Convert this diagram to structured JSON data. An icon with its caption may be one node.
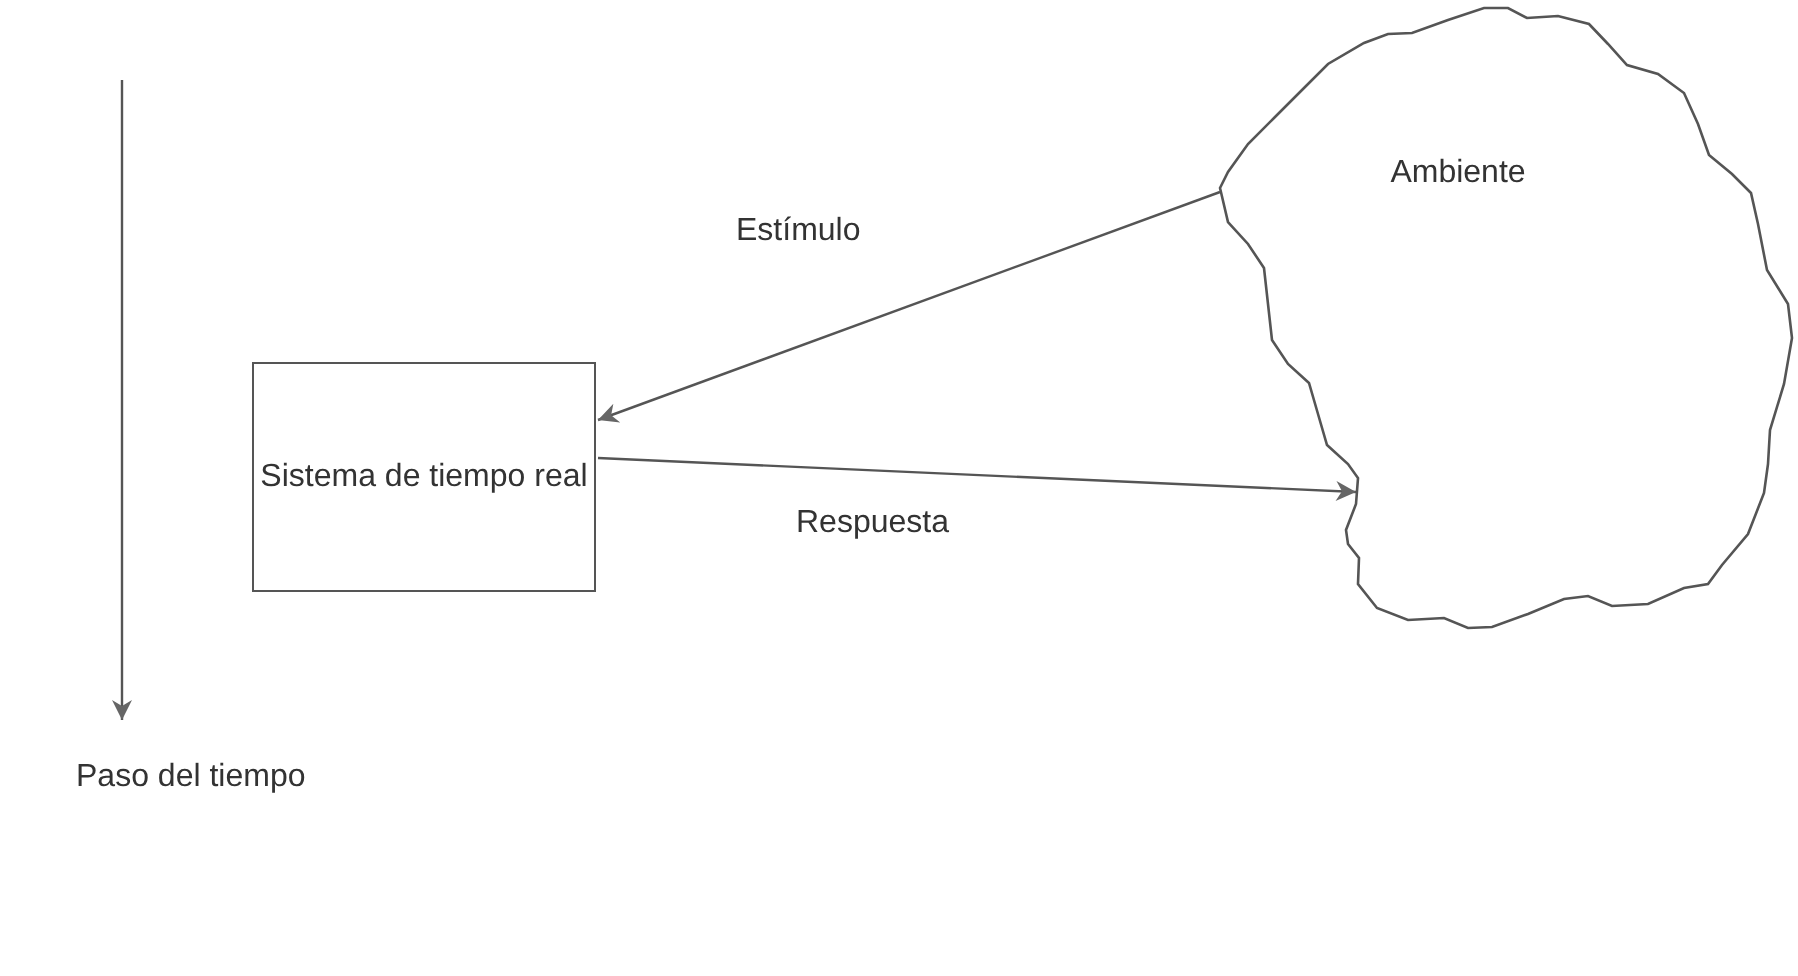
{
  "diagram": {
    "nodes": [
      {
        "text": [
          "Sistema de tiempo real"
        ]
      },
      {
        "text": [
          "Ambiente"
        ]
      }
    ],
    "edges": [
      {
        "from": 1,
        "to": 0,
        "arrow": "to",
        "label": "Estímulo"
      },
      {
        "from": 0,
        "to": 1,
        "arrow": "to",
        "label": "Respuesta"
      }
    ],
    "labels": [
      "Paso del tiempo"
    ]
  }
}
